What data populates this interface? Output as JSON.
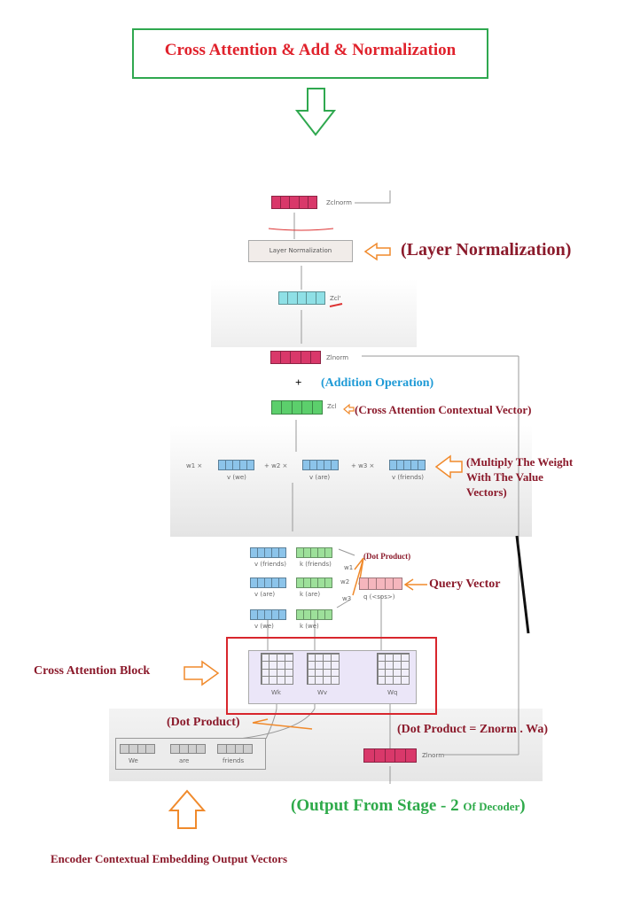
{
  "title": "Cross Attention & Add & Normalization",
  "colors": {
    "title_border": "#2fa84f",
    "title_text": "#e0222c",
    "annotation": "#8b1a2b",
    "blue_note": "#1e9ad6",
    "green_note": "#2eaa4a",
    "orange_arrow": "#f08a2c",
    "pink_vec": "#d9386a",
    "cyan_vec": "#8fe0e6",
    "green_vec": "#5ccf6c",
    "blue_vec": "#8cc4ea",
    "lightgreen_vec": "#9de09a",
    "query_vec": "#f5b6bd"
  },
  "top": {
    "zclnorm_label": "Zclnorm",
    "layer_norm_label": "Layer Normalization",
    "zcl_prime_label": "Zcl'",
    "annotation_layer_norm": "(Layer Normalization)"
  },
  "add": {
    "zlnorm_label": "Zlnorm",
    "plus": "+",
    "annotation_addition": "(Addition Operation)",
    "zcl_label": "Zcl",
    "annotation_contextual": "(Cross Attention Contextual Vector)"
  },
  "weighted_sum": {
    "terms": [
      {
        "weight": "w1 ×",
        "label": "v (we)"
      },
      {
        "weight": "+ w2 ×",
        "label": "v (are)"
      },
      {
        "weight": "+ w3 ×",
        "label": "v (friends)"
      }
    ],
    "annotation": [
      "(Multiply The Weight",
      "With The Value",
      "Vectors)"
    ]
  },
  "attention": {
    "rows": [
      {
        "v": "v (friends)",
        "k": "k (friends)",
        "w": "w1"
      },
      {
        "v": "v (are)",
        "k": "k (are)",
        "w": "w2"
      },
      {
        "v": "v (we)",
        "k": "k (we)",
        "w": "w3"
      }
    ],
    "query_label": "q (<sos>)",
    "annotation_dot": "(Dot Product)",
    "annotation_query": "Query Vector"
  },
  "block": {
    "matrices": [
      "Wk",
      "Wv",
      "Wq"
    ],
    "annotation": "Cross Attention Block"
  },
  "bottom": {
    "tokens": [
      "We",
      "are",
      "friends"
    ],
    "annotation_dot": "(Dot Product)",
    "annotation_dot_eq": "(Dot Product = Znorm . Wa)",
    "znorm_label": "Zlnorm",
    "output_main": "(Output From Stage - 2 ",
    "output_small": "Of Decoder",
    "output_close": ")",
    "encoder_label": "Encoder Contextual Embedding Output Vectors"
  }
}
